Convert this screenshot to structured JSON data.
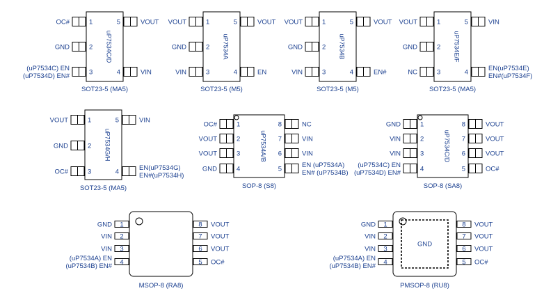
{
  "colors": {
    "ink": "#1a3f8f",
    "body_stroke": "#000000"
  },
  "packages": [
    {
      "id": "sot23-ocd",
      "caption": "SOT23-5 (MA5)",
      "part": "uP7534C/D",
      "left": [
        {
          "num": "1",
          "label": "OC#"
        },
        {
          "num": "2",
          "label": "GND"
        },
        {
          "num": "3",
          "label": [
            "(uP7534C)  EN",
            "(uP7534D) EN#"
          ]
        }
      ],
      "right": [
        {
          "num": "5",
          "label": "VOUT"
        },
        {
          "num": "4",
          "label": "VIN"
        }
      ]
    },
    {
      "id": "sot23-a",
      "caption": "SOT23-5 (M5)",
      "part": "uP7534A",
      "left": [
        {
          "num": "1",
          "label": "VOUT"
        },
        {
          "num": "2",
          "label": "GND"
        },
        {
          "num": "3",
          "label": "VIN"
        }
      ],
      "right": [
        {
          "num": "5",
          "label": "VOUT"
        },
        {
          "num": "4",
          "label": "EN"
        }
      ]
    },
    {
      "id": "sot23-b",
      "caption": "SOT23-5 (M5)",
      "part": "uP7534B",
      "left": [
        {
          "num": "1",
          "label": "VOUT"
        },
        {
          "num": "2",
          "label": "GND"
        },
        {
          "num": "3",
          "label": "VIN"
        }
      ],
      "right": [
        {
          "num": "5",
          "label": "VOUT"
        },
        {
          "num": "4",
          "label": "EN#"
        }
      ]
    },
    {
      "id": "sot23-ef",
      "caption": "SOT23-5 (MA5)",
      "part": "uP7534E/F",
      "left": [
        {
          "num": "1",
          "label": "VOUT"
        },
        {
          "num": "2",
          "label": "GND"
        },
        {
          "num": "3",
          "label": "NC"
        }
      ],
      "right": [
        {
          "num": "5",
          "label": "VIN"
        },
        {
          "num": "4",
          "label": [
            "EN(uP7534E)",
            "EN#(uP7534F)"
          ]
        }
      ]
    },
    {
      "id": "sot23-gh",
      "caption": "SOT23-5 (MA5)",
      "part": "uP7534G/H",
      "left": [
        {
          "num": "1",
          "label": "VOUT"
        },
        {
          "num": "2",
          "label": "GND"
        },
        {
          "num": "3",
          "label": "OC#"
        }
      ],
      "right": [
        {
          "num": "5",
          "label": "VIN"
        },
        {
          "num": "4",
          "label": [
            "EN(uP7534G)",
            "EN#(uP7534H)"
          ]
        }
      ]
    },
    {
      "id": "sop8-ab",
      "caption": "SOP-8 (S8)",
      "part": "uP7534A/B",
      "left": [
        {
          "num": "1",
          "label": "OC#"
        },
        {
          "num": "2",
          "label": "VOUT"
        },
        {
          "num": "3",
          "label": "VOUT"
        },
        {
          "num": "4",
          "label": "GND"
        }
      ],
      "right": [
        {
          "num": "8",
          "label": "NC"
        },
        {
          "num": "7",
          "label": "VIN"
        },
        {
          "num": "6",
          "label": "VIN"
        },
        {
          "num": "5",
          "label": [
            "EN (uP7534A)",
            "EN# (uP7534B)"
          ]
        }
      ]
    },
    {
      "id": "sop8-cd",
      "caption": "SOP-8 (SA8)",
      "part": "uP7534C/D",
      "left": [
        {
          "num": "1",
          "label": "GND"
        },
        {
          "num": "2",
          "label": "VIN"
        },
        {
          "num": "3",
          "label": "VIN"
        },
        {
          "num": "4",
          "label": [
            "(uP7534C)  EN",
            "(uP7534D) EN#"
          ]
        }
      ],
      "right": [
        {
          "num": "8",
          "label": "VOUT"
        },
        {
          "num": "7",
          "label": "VOUT"
        },
        {
          "num": "6",
          "label": "VOUT"
        },
        {
          "num": "5",
          "label": "OC#"
        }
      ]
    },
    {
      "id": "msop8",
      "caption": "MSOP-8 (RA8)",
      "part": "",
      "left": [
        {
          "num": "1",
          "label": "GND"
        },
        {
          "num": "2",
          "label": "VIN"
        },
        {
          "num": "3",
          "label": "VIN"
        },
        {
          "num": "4",
          "label": [
            "(uP7534A) EN",
            "(uP7534B) EN#"
          ]
        }
      ],
      "right": [
        {
          "num": "8",
          "label": "VOUT"
        },
        {
          "num": "7",
          "label": "VOUT"
        },
        {
          "num": "6",
          "label": "VOUT"
        },
        {
          "num": "5",
          "label": "OC#"
        }
      ]
    },
    {
      "id": "pmsop8",
      "caption": "PMSOP-8 (RU8)",
      "part": "",
      "pad_label": "GND",
      "left": [
        {
          "num": "1",
          "label": "GND"
        },
        {
          "num": "2",
          "label": "VIN"
        },
        {
          "num": "3",
          "label": "VIN"
        },
        {
          "num": "4",
          "label": [
            "(uP7534A) EN",
            "(uP7534B) EN#"
          ]
        }
      ],
      "right": [
        {
          "num": "8",
          "label": "VOUT"
        },
        {
          "num": "7",
          "label": "VOUT"
        },
        {
          "num": "6",
          "label": "VOUT"
        },
        {
          "num": "5",
          "label": "OC#"
        }
      ]
    }
  ]
}
